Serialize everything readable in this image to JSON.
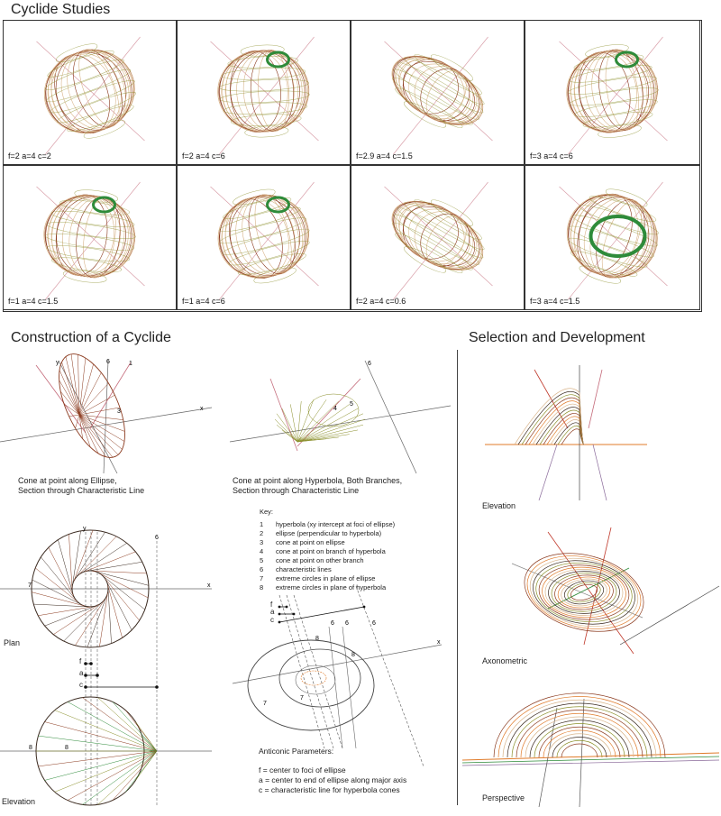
{
  "title_studies": "Cyclide Studies",
  "title_construction": "Construction of a Cyclide",
  "title_selection": "Selection and Development",
  "studies": [
    {
      "label": "f=2  a=4  c=2",
      "ring": false
    },
    {
      "label": "f=2  a=4  c=6",
      "ring": true
    },
    {
      "label": "f=2.9  a=4  c=1.5",
      "ring": false
    },
    {
      "label": "f=3  a=4  c=6",
      "ring": true
    },
    {
      "label": "f=1  a=4  c=1.5",
      "ring": true
    },
    {
      "label": "f=1  a=4  c=6",
      "ring": true
    },
    {
      "label": "f=2  a=4  c=0.6",
      "ring": false
    },
    {
      "label": "f=3  a=4  c=1.5",
      "ring": true
    }
  ],
  "construction": {
    "caption_ellipse_1": "Cone at point along Ellipse,",
    "caption_ellipse_2": "Section through Characteristic Line",
    "caption_hyperbola_1": "Cone at point along Hyperbola, Both Branches,",
    "caption_hyperbola_2": "Section through Characteristic Line",
    "plan_label": "Plan",
    "elevation_label": "Elevation",
    "key_title": "Key:",
    "key": [
      {
        "n": "1",
        "text": "hyperbola (xy intercept at foci of ellipse)"
      },
      {
        "n": "2",
        "text": "ellipse (perpendicular to hyperbola)"
      },
      {
        "n": "3",
        "text": "cone at point on ellipse"
      },
      {
        "n": "4",
        "text": "cone at point on branch of hyperbola"
      },
      {
        "n": "5",
        "text": "cone at point on other branch"
      },
      {
        "n": "6",
        "text": "characteristic lines"
      },
      {
        "n": "7",
        "text": "extreme circles in plane of ellipse"
      },
      {
        "n": "8",
        "text": "extreme circles in plane of hyperbola"
      }
    ],
    "param_title": "Anticonic Parameters:",
    "params": [
      "f = center to foci of ellipse",
      "a = center to end of ellipse along major axis",
      "c = characteristic line for hyperbola cones"
    ],
    "marker_f": "f",
    "marker_a": "a",
    "marker_c": "c"
  },
  "selection": {
    "elevation": "Elevation",
    "axonometric": "Axonometric",
    "perspective": "Perspective"
  },
  "colors": {
    "brown": "#8b3a1e",
    "dark": "#3a2a20",
    "olive": "#8a8f2a",
    "tan": "#d8b48a",
    "green": "#2e8b3a",
    "pink": "#c46a7a",
    "red": "#c0392b",
    "orange": "#e07b2a"
  }
}
